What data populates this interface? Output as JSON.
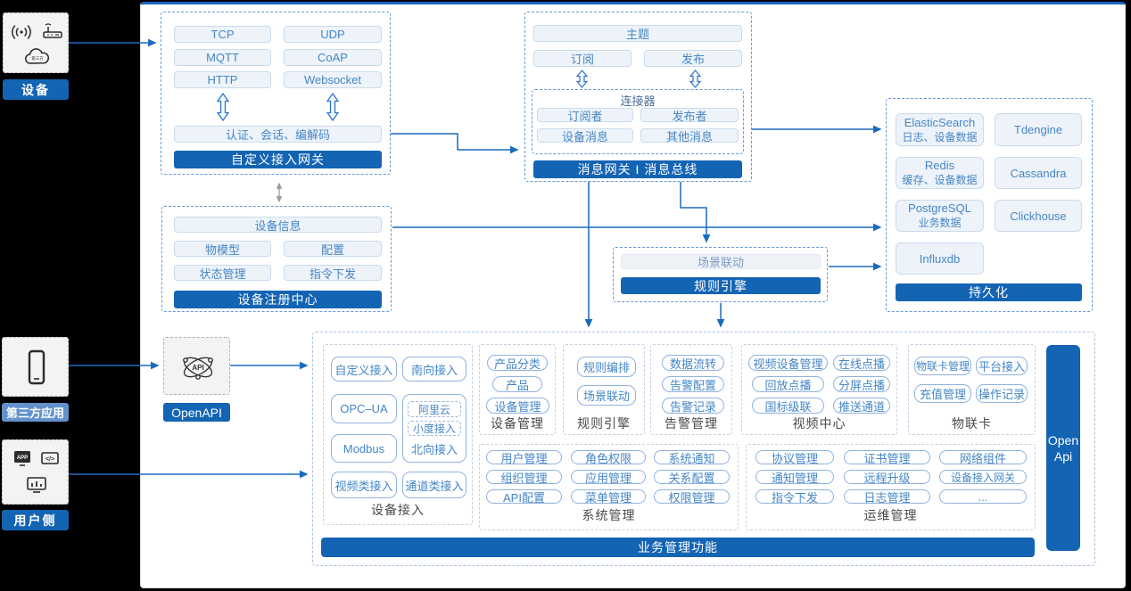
{
  "colors": {
    "accent": "#1464b4",
    "connector_line": "#1a6abe"
  },
  "left_rail": {
    "device": {
      "label": "设备"
    },
    "third_party": {
      "label": "第三方应用"
    },
    "user_side": {
      "label": "用户侧"
    }
  },
  "custom_gateway": {
    "protocols": [
      "TCP",
      "UDP",
      "MQTT",
      "CoAP",
      "HTTP",
      "Websocket"
    ],
    "session": "认证、会话、编解码",
    "title": "自定义接入网关"
  },
  "message_bus": {
    "topic": "主题",
    "subscribe": "订阅",
    "publish": "发布",
    "connector": {
      "title": "连接器",
      "subscriber": "订阅者",
      "publisher": "发布者",
      "device_msg": "设备消息",
      "other_msg": "其他消息"
    },
    "title": "消息网关 I 消息总线"
  },
  "persistence": {
    "title": "持久化",
    "stores": [
      {
        "name": "ElasticSearch",
        "sub": "日志、设备数据"
      },
      {
        "name": "Tdengine",
        "sub": ""
      },
      {
        "name": "Redis",
        "sub": "缓存、设备数据"
      },
      {
        "name": "Cassandra",
        "sub": ""
      },
      {
        "name": "PostgreSQL",
        "sub": "业务数据"
      },
      {
        "name": "Clickhouse",
        "sub": ""
      },
      {
        "name": "Influxdb",
        "sub": ""
      }
    ]
  },
  "registry": {
    "device_info": "设备信息",
    "thing_model": "物模型",
    "config": "配置",
    "status_mgmt": "状态管理",
    "command": "指令下发",
    "title": "设备注册中心"
  },
  "rule_engine": {
    "scene_link": "场景联动",
    "title": "规则引擎"
  },
  "openapi": {
    "label": "OpenAPI"
  },
  "business": {
    "title": "业务管理功能",
    "open_api": {
      "line1": "Open",
      "line2": "Api"
    },
    "device_access": {
      "label": "设备接入",
      "custom": "自定义接入",
      "south": "南向接入",
      "opcua": "OPC–UA",
      "modbus": "Modbus",
      "video": "视频类接入",
      "channel": "通道类接入",
      "aliyun": "阿里云",
      "xiaodu": "小度接入",
      "north": "北向接入"
    },
    "device_mgmt": {
      "label": "设备管理",
      "items": [
        "产品分类",
        "产品",
        "设备管理"
      ]
    },
    "rule": {
      "label": "规则引擎",
      "items": [
        "规则编排",
        "场景联动"
      ]
    },
    "alarm": {
      "label": "告警管理",
      "items": [
        "数据流转",
        "告警配置",
        "告警记录"
      ]
    },
    "video_center": {
      "label": "视频中心",
      "items": [
        "视频设备管理",
        "在线点播",
        "回放点播",
        "分屏点播",
        "国标级联",
        "推送通道"
      ]
    },
    "iot_card": {
      "label": "物联卡",
      "items": [
        "物联卡管理",
        "平台接入",
        "充值管理",
        "操作记录"
      ]
    },
    "system_mgmt": {
      "label": "系统管理",
      "items": [
        "用户管理",
        "角色权限",
        "系统通知",
        "组织管理",
        "应用管理",
        "关系配置",
        "API配置",
        "菜单管理",
        "权限管理"
      ]
    },
    "ops_mgmt": {
      "label": "运维管理",
      "items": [
        "协议管理",
        "证书管理",
        "网络组件",
        "通知管理",
        "远程升级",
        "设备接入网关",
        "指令下发",
        "日志管理",
        "..."
      ]
    }
  }
}
